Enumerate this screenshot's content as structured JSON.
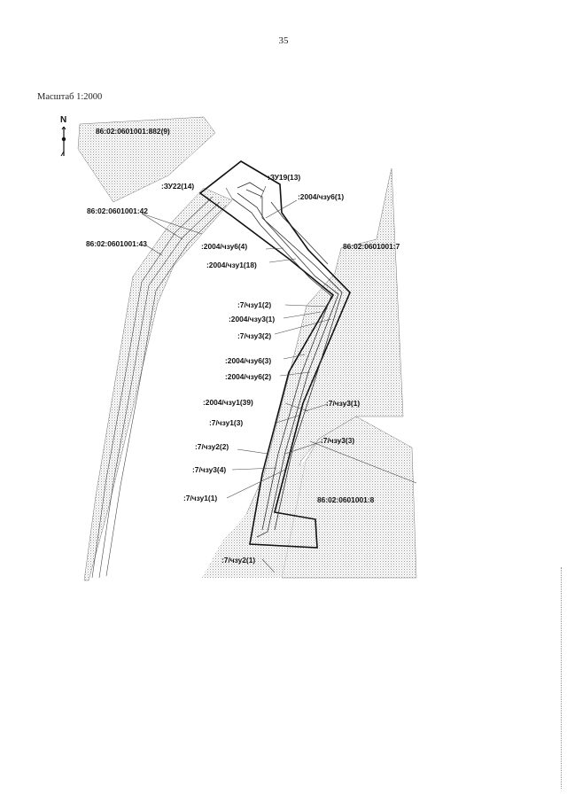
{
  "page": {
    "number": "35",
    "scale": "Масштаб 1:2000",
    "north_letter": "N"
  },
  "parcels": [
    "86:02:0601001:882(9)",
    "86:02:0601001:42",
    "86:02:0601001:43",
    "86:02:0601001:7",
    "86:02:0601001:8"
  ],
  "labels": [
    ":ЗУ22(14)",
    ":ЗУ19(13)",
    ":2004/чзу6(1)",
    ":2004/чзу6(4)",
    ":2004/чзу1(18)",
    ":7/чзу1(2)",
    ":2004/чзу3(1)",
    ":7/чзу3(2)",
    ":2004/чзу6(3)",
    ":2004/чзу6(2)",
    ":2004/чзу1(39)",
    ":7/чзу3(1)",
    ":7/чзу1(3)",
    ":7/чзу3(3)",
    ":7/чзу2(2)",
    ":7/чзу3(4)",
    ":7/чзу1(1)",
    ":7/чзу2(1)"
  ],
  "icons": {
    "north_arrow": "north-arrow-icon"
  }
}
